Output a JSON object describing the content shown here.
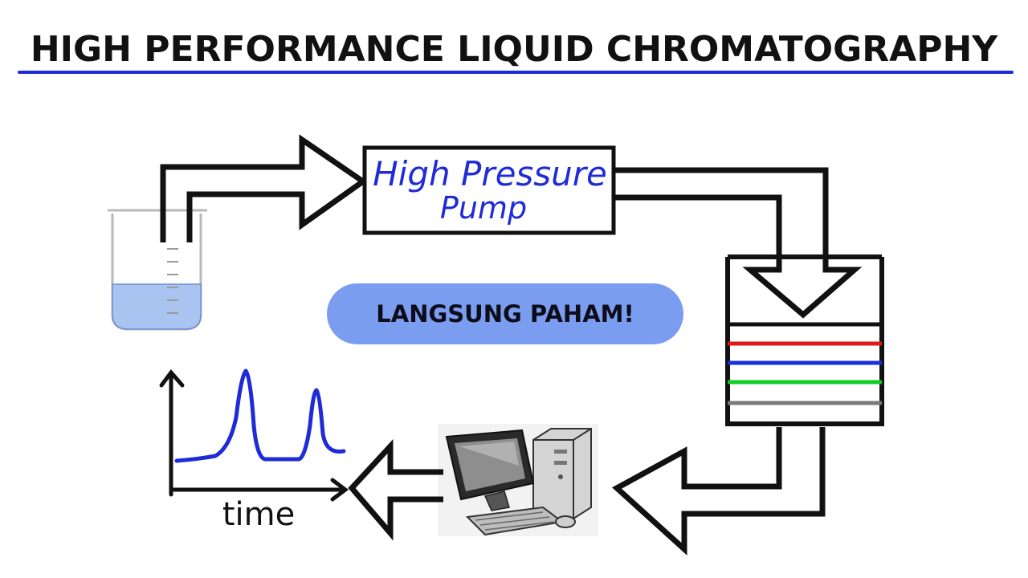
{
  "title": "HIGH PERFORMANCE LIQUID CHROMATOGRAPHY",
  "pump": {
    "line1": "High Pressure",
    "line2": "Pump"
  },
  "badge": {
    "label": "LANGSUNG PAHAM!"
  },
  "chromatogram": {
    "xlabel": "time"
  },
  "colors": {
    "accent_blue": "#1f2bd6",
    "solvent": "#a9c4f0",
    "band_red": "#e01818",
    "band_blue": "#1a2fd8",
    "band_green": "#12cc22",
    "band_gray": "#7a7a7a",
    "badge_bg": "#7b9df0"
  }
}
